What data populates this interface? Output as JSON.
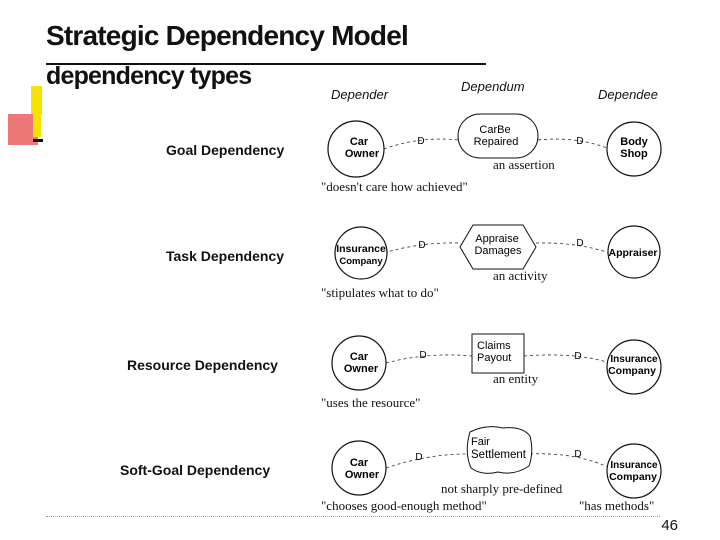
{
  "slide": {
    "title": "Strategic Dependency Model",
    "subtitle": "dependency types",
    "page_number": "46"
  },
  "columns": {
    "depender": "Depender",
    "dependum": "Dependum",
    "dependee": "Dependee"
  },
  "rows": [
    {
      "label": "Goal Dependency",
      "depender": [
        "Car",
        "Owner"
      ],
      "dependum": [
        "CarBe",
        "Repaired"
      ],
      "dependum_shape": "goal",
      "dependee": [
        "Body",
        "Shop"
      ],
      "kind": "an assertion",
      "note": "\"doesn't care how achieved\""
    },
    {
      "label": "Task Dependency",
      "depender": [
        "Insurance",
        "Company"
      ],
      "dependum": [
        "Appraise",
        "Damages"
      ],
      "dependum_shape": "task",
      "dependee": [
        "Appraiser"
      ],
      "kind": "an activity",
      "note": "\"stipulates what to do\""
    },
    {
      "label": "Resource Dependency",
      "depender": [
        "Car",
        "Owner"
      ],
      "dependum": [
        "Claims",
        "Payout"
      ],
      "dependum_shape": "resource",
      "dependee": [
        "Insurance",
        "Company"
      ],
      "kind": "an entity",
      "note": "\"uses the resource\""
    },
    {
      "label": "Soft-Goal Dependency",
      "depender": [
        "Car",
        "Owner"
      ],
      "dependum": [
        "Fair",
        "Settlement"
      ],
      "dependum_shape": "softgoal",
      "dependee": [
        "Insurance",
        "Company"
      ],
      "kind": "not sharply pre-defined",
      "note": "\"chooses good-enough method\"",
      "note2": "\"has methods\""
    }
  ],
  "link_marker": "D"
}
